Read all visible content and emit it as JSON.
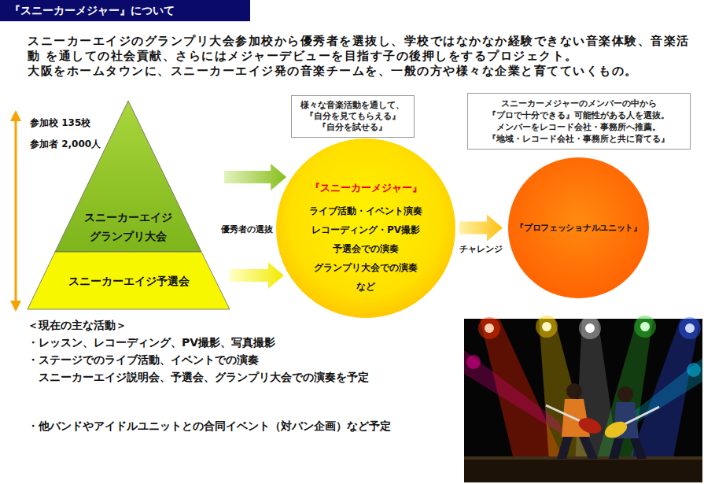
{
  "diagram": {
    "title": "『スニーカーメジャー』について",
    "nodes": [
      {
        "text": [
          "様々な音楽活動を通して、 『自分を見てもらえる』 『自分を試せる』"
        ]
      },
      {
        "text": [
          "スニーカーメジャーのメンバーの中から 『プロで十分できる』可能性がある人を選抜。 メンバーをレコード会社・事務所へ推薦。 『地域・レコード会社・事務所と共に育てる』"
        ]
      },
      {
        "text": [
          "スニーカーエイジ グランプリ大会"
        ]
      },
      {
        "text": [
          "スニーカーエイジ予選会"
        ]
      },
      {
        "text": [
          "『スニーカーメジャー』",
          "ライブ活動・イベント演奏 レコーディング・PV撮影 予選会での演奏 グランプリ大会での演奏 など"
        ]
      },
      {
        "text": [
          "『プロフェッショナルユニット』"
        ]
      }
    ],
    "edges": [
      {
        "from": 2,
        "to": 4,
        "arrow": "to"
      },
      {
        "from": 3,
        "to": 4,
        "arrow": "to"
      },
      {
        "from": 4,
        "to": 5,
        "arrow": "to",
        "label": "チャレンジ"
      }
    ],
    "labels": [
      "スニーカーエイジのグランプリ大会参加校から優秀者を選抜し、学校ではなかなか経験できない音楽体験、音楽活動 を通しての社会貢献、さらにはメジャーデビューを目指す子の後押しをするプロジェクト。",
      "大阪をホームタウンに、スニーカーエイジ発の音楽チームを、一般の方や様々な企業と育てていくもの。",
      "参加校 135校",
      "参加者 2,000人",
      "優秀者の選抜",
      "＜現在の主な活動＞",
      "・レッスン、レコーディング、PV撮影、写真撮影",
      "・ステージでのライブ活動、イベントでの演奏",
      "スニーカーエイジ説明会、予選会、グランプリ大会での演奏を予定",
      "・他バンドやアイドルユニットとの合同イベント（対バン企画）など予定"
    ]
  }
}
